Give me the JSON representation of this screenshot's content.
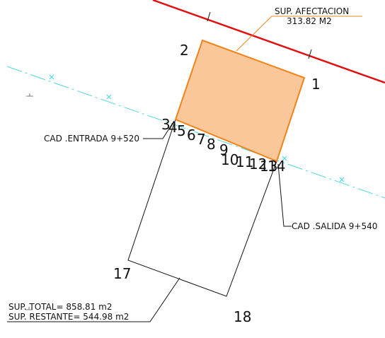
{
  "area_affected": {
    "label": "SUP. AFECTACION",
    "value": "313.82 M2",
    "fill": "#f9c79a",
    "stroke": "#f0841a"
  },
  "road_line_color": "#e01010",
  "axis_line_color": "#4fd6e0",
  "markers": {
    "entrada": "CAD .ENTRADA 9+520",
    "salida": "CAD .SALIDA 9+540"
  },
  "totals": {
    "total": "SUP. TOTAL= 858.81 m2",
    "remaining": "SUP. RESTANTE= 544.98 m2"
  },
  "vertex_labels": {
    "v1": "1",
    "v2": "2",
    "v3": "3",
    "v4": "4",
    "v5": "5",
    "v6": "6",
    "v7": "7",
    "v8": "8",
    "v9": "9",
    "v10": "10",
    "v11": "11",
    "v12": "12",
    "v13": "13",
    "v14": "14",
    "v17": "17",
    "v18": "18"
  }
}
